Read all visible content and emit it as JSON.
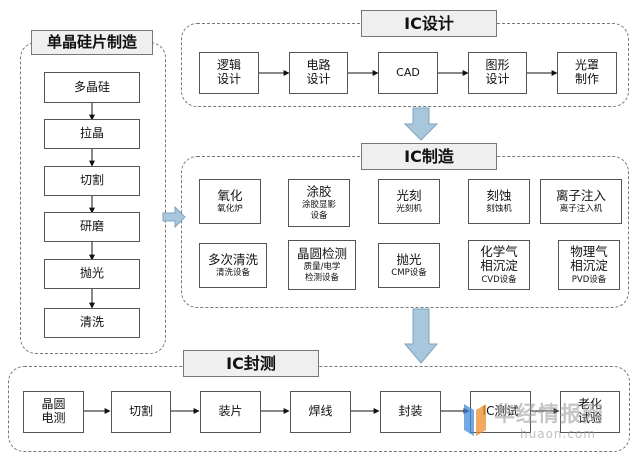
{
  "wafer": {
    "title": "单晶硅片制造",
    "steps": [
      "多晶硅",
      "拉晶",
      "切割",
      "研磨",
      "抛光",
      "清洗"
    ]
  },
  "design": {
    "title": "IC设计",
    "steps": [
      {
        "main": "逻辑\n设计"
      },
      {
        "main": "电路\n设计"
      },
      {
        "main": "CAD"
      },
      {
        "main": "图形\n设计"
      },
      {
        "main": "光罩\n制作"
      }
    ]
  },
  "fab": {
    "title": "IC制造",
    "row1": [
      {
        "main": "氧化",
        "sub": "氧化炉"
      },
      {
        "main": "涂胶",
        "sub": "涂胶显影\n设备"
      },
      {
        "main": "光刻",
        "sub": "光刻机"
      },
      {
        "main": "刻蚀",
        "sub": "刻蚀机"
      },
      {
        "main": "离子注入",
        "sub": "离子注入机"
      }
    ],
    "row2": [
      {
        "main": "多次清洗",
        "sub": "清洗设备"
      },
      {
        "main": "晶圆检测",
        "sub": "质量/电学\n检测设备"
      },
      {
        "main": "抛光",
        "sub": "CMP设备"
      },
      {
        "main": "化学气\n相沉淀",
        "sub": "CVD设备"
      },
      {
        "main": "物理气\n相沉淀",
        "sub": "PVD设备"
      }
    ]
  },
  "packaging": {
    "title": "IC封测",
    "steps": [
      "晶圆\n电测",
      "切割",
      "装片",
      "焊线",
      "封装",
      "IC测试",
      "老化\n试验"
    ]
  },
  "watermark": {
    "name": "华经情报网",
    "url": "huaon.com"
  },
  "colors": {
    "group_border": "#777777",
    "title_bg": "#efefef",
    "big_arrow_fill": "#a9c7dc",
    "big_arrow_stroke": "#7fa3bf"
  }
}
